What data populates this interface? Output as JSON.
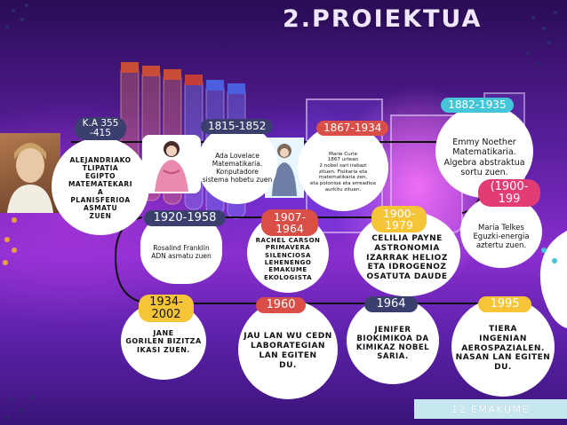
{
  "title": "2.PROIEKTUA",
  "footer": "12 EMAKUME",
  "colors": {
    "navy": "#3a3f6e",
    "coral": "#d94e46",
    "orange": "#e9a23b",
    "yellow": "#f5c437",
    "cyan": "#44c6d8",
    "pink": "#e23c74",
    "title": "#f0e6ff"
  },
  "cards": [
    {
      "tag": "K.A 355\n-415",
      "text": "ALEJANDRIAKO\nTLIPATIA\nEGIPTO\nMATEMATEKARI\nA\nPLANISFERIOA\nASMATU\nZUEN"
    },
    {
      "tag": "1815-1852",
      "text": "Ada Lovelace\nMatematikaria.\nKonputadore\nsistema hobetu zuen"
    },
    {
      "tag": "1867-1934",
      "text": "Marie Curie\n1867 urtean\n2 nobel sari irabazi\nzituen. Fisikaria eta\nmatematikaria zen,\neta polonioa eta erreadioa\naurkitu zituen."
    },
    {
      "tag": "1882-1935",
      "text": "Emmy Noether\nMatematikaria.\nAlgebra abstraktua\nsortu zuen."
    },
    {
      "tag": "1920-1958",
      "text": "Rosalind Franklin\nADN asmatu zuen"
    },
    {
      "tag": "1907-\n1964",
      "text": "RACHEL CARSON\nPRIMAVERA\nSILENCIOSA\nLEHENENGO\nEMAKUME\nEKOLOGISTA"
    },
    {
      "tag": "1900-\n1979",
      "text": "CELILIA PAYNE\nASTRONOMIA\nIZARRAK HELIOZ\nETA IDROGENOZ\nOSATUTA DAUDE"
    },
    {
      "tag": "(1900-\n199",
      "text": "Maria Telkes\nEguzki-energia\naztertu zuen."
    },
    {
      "tag": "1934-\n2002",
      "text": "JANE\nGORILEN BIZITZA\nIKASI ZUEN."
    },
    {
      "tag": "1960",
      "text": "JAU LAN WU CEDN\nLABORATEGIAN\nLAN EGITEN\nDU."
    },
    {
      "tag": "1964",
      "text": "JENIFER\nBIOKIMIKOA DA\nKIMIKAZ NOBEL\nSARIA."
    },
    {
      "tag": "1995",
      "text": "TIERA\nINGENIAN\nAEROSPAZIALEN.\nNASAN LAN EGITEN\nDU."
    }
  ]
}
